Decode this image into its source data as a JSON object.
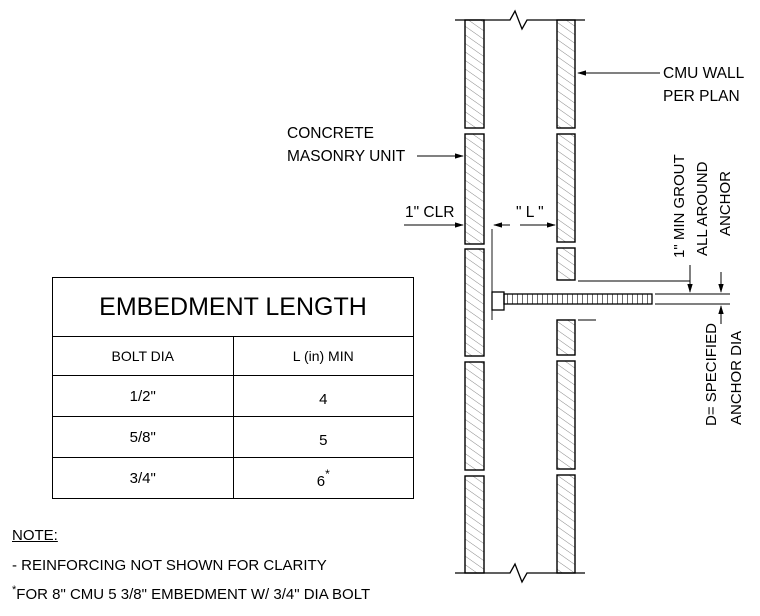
{
  "labels": {
    "cmu_wall": [
      "CMU WALL",
      "PER PLAN"
    ],
    "concrete_unit": [
      "CONCRETE",
      "MASONRY UNIT"
    ],
    "clearance": "1\" CLR",
    "length": "\" L \"",
    "min_grout": [
      "1\" MIN GROUT",
      "ALL AROUND",
      "ANCHOR"
    ],
    "anchor_dia": [
      "D= SPECIFIED",
      "ANCHOR DIA"
    ]
  },
  "table": {
    "title": "EMBEDMENT LENGTH",
    "headers": [
      "BOLT DIA",
      "L (in) MIN"
    ],
    "rows": [
      {
        "bolt_dia": "1/2\"",
        "length": "4",
        "mark": ""
      },
      {
        "bolt_dia": "5/8\"",
        "length": "5",
        "mark": ""
      },
      {
        "bolt_dia": "3/4\"",
        "length": "6",
        "mark": "*"
      }
    ]
  },
  "notes": {
    "title": "NOTE:",
    "line1": "-  REINFORCING NOT SHOWN FOR CLARITY",
    "line2_mark": "*",
    "line2": "FOR 8\" CMU 5 3/8\" EMBEDMENT W/  3/4\" DIA BOLT"
  }
}
